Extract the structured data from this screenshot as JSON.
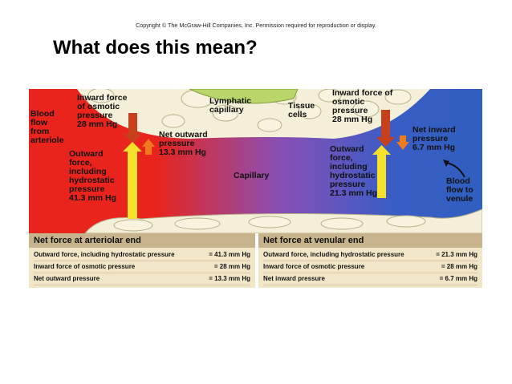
{
  "copyright": "Copyright © The McGraw-Hill Companies, Inc. Permission required for reproduction or display.",
  "heading": "What does this mean?",
  "diagram": {
    "blood_in": "Blood\nflow\nfrom\narteriole",
    "inward_left": "Inward force\nof osmotic\npressure\n28 mm Hg",
    "lymphatic": "Lymphatic\ncapillary",
    "tissue": "Tissue\ncells",
    "inward_right": "Inward force of\nosmotic\npressure\n28 mm Hg",
    "net_outward": "Net outward\npressure\n13.3 mm Hg",
    "net_inward": "Net inward\npressure\n6.7 mm Hg",
    "outward_left": "Outward\nforce,\nincluding\nhydrostatic\npressure\n41.3 mm Hg",
    "capillary": "Capillary",
    "outward_right": "Outward\nforce,\nincluding\nhydrostatic\npressure\n21.3 mm Hg",
    "blood_out": "Blood\nflow to\nvenule"
  },
  "arteriolar": {
    "title": "Net force at arteriolar end",
    "rows": [
      {
        "label": "Outward force, including hydrostatic pressure",
        "value": "= 41.3 mm Hg"
      },
      {
        "label": "Inward force of osmotic pressure",
        "value": "= 28    mm Hg"
      },
      {
        "label": "Net outward pressure",
        "value": "= 13.3 mm Hg"
      }
    ]
  },
  "venular": {
    "title": "Net force at venular end",
    "rows": [
      {
        "label": "Outward force, including hydrostatic pressure",
        "value": "= 21.3 mm Hg"
      },
      {
        "label": "Inward force of osmotic pressure",
        "value": "= 28    mm Hg"
      },
      {
        "label": "Net inward pressure",
        "value": "=   6.7 mm Hg"
      }
    ]
  },
  "colors": {
    "arteriole_red": "#e8241c",
    "capillary_purple": "#8a4fb5",
    "venule_blue": "#2f5fc0",
    "tissue_fill": "#f3efd8",
    "lymphatic_green": "#b9d66a",
    "arrow_red": "#c6401c",
    "arrow_yellow": "#f5e12a",
    "arrow_orange": "#f07a1e",
    "panel_header": "#c8b48c",
    "panel_body": "#f2e6c9"
  }
}
